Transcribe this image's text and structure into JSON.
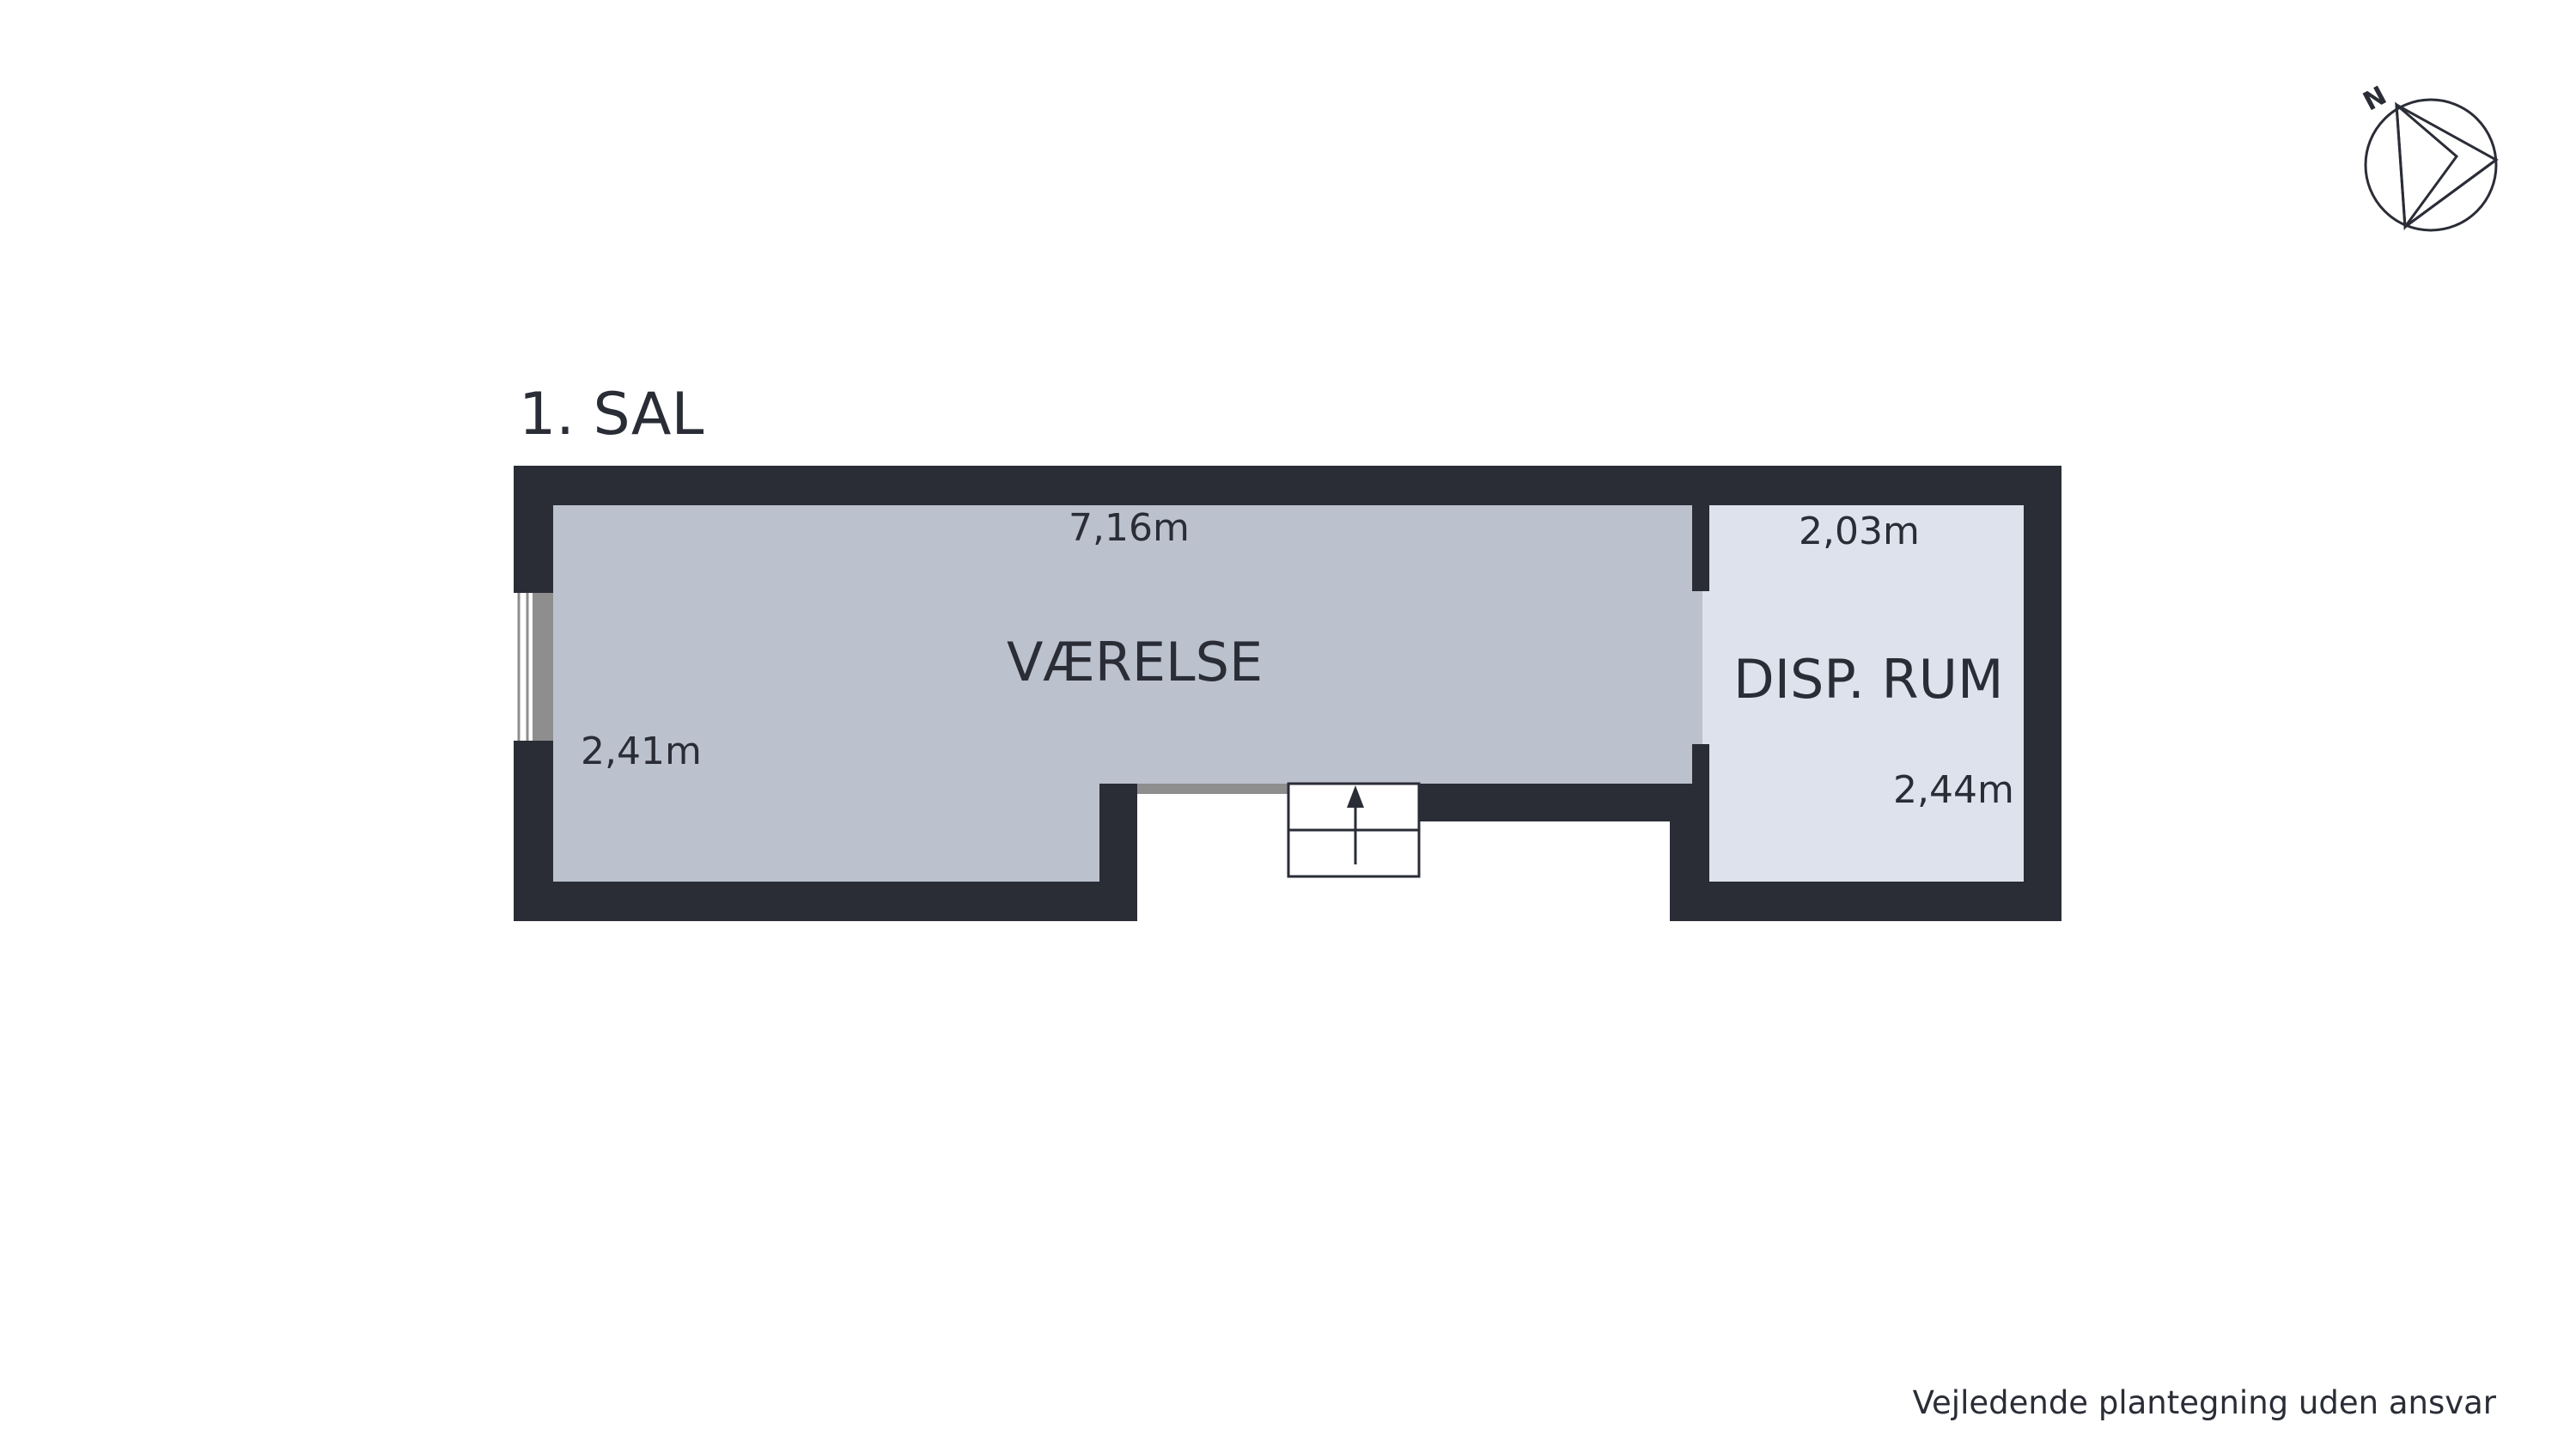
{
  "floor": {
    "title": "1. SAL"
  },
  "rooms": [
    {
      "id": "vaerelse",
      "name": "VÆRELSE",
      "width_label": "7,16m",
      "depth_label": "2,41m"
    },
    {
      "id": "disp-rum",
      "name": "DISP. RUM",
      "width_label": "2,03m",
      "depth_label": "2,44m"
    }
  ],
  "compass": {
    "label": "N"
  },
  "footer": {
    "disclaimer": "Vejledende plantegning uden ansvar"
  },
  "colors": {
    "wall": "#2a2d36",
    "room_main": "#bbc1cd",
    "room_small": "#dde2ed",
    "window": "#8e8e8e",
    "background": "#ffffff"
  }
}
